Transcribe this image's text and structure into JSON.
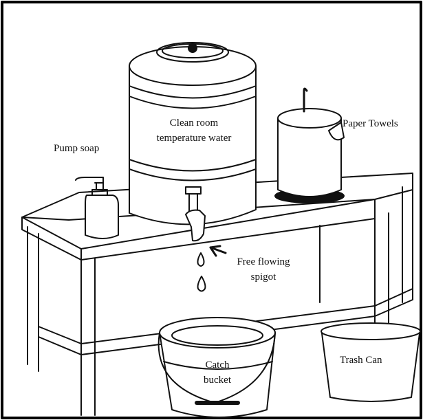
{
  "labels": {
    "clean_water": [
      "Clean room",
      "temperature water"
    ],
    "paper_towels": "Paper Towels",
    "pump_soap": "Pump soap",
    "spigot": [
      "Free flowing",
      "spigot"
    ],
    "catch_bucket": [
      "Catch",
      "bucket"
    ],
    "trash_can": "Trash Can"
  },
  "colors": {
    "ink": "#111111",
    "background": "#ffffff",
    "frame": "#000000"
  }
}
